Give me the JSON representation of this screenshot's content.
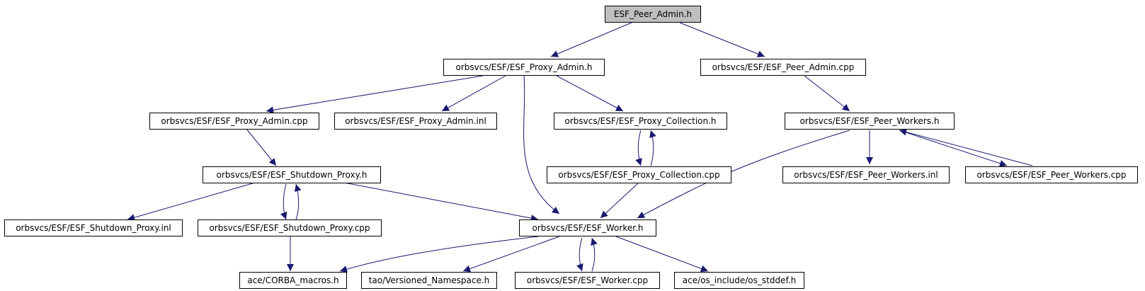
{
  "colors": {
    "edge": "#191970",
    "root_fill": "#bfbfbf",
    "node_fill": "#ffffff",
    "border": "#000000"
  },
  "nodes": {
    "peer_admin_h": "ESF_Peer_Admin.h",
    "proxy_admin_h": "orbsvcs/ESF/ESF_Proxy_Admin.h",
    "peer_admin_cpp": "orbsvcs/ESF/ESF_Peer_Admin.cpp",
    "proxy_admin_cpp": "orbsvcs/ESF/ESF_Proxy_Admin.cpp",
    "proxy_admin_inl": "orbsvcs/ESF/ESF_Proxy_Admin.inl",
    "proxy_collection_h": "orbsvcs/ESF/ESF_Proxy_Collection.h",
    "peer_workers_h": "orbsvcs/ESF/ESF_Peer_Workers.h",
    "shutdown_proxy_h": "orbsvcs/ESF/ESF_Shutdown_Proxy.h",
    "proxy_collection_cpp": "orbsvcs/ESF/ESF_Proxy_Collection.cpp",
    "peer_workers_inl": "orbsvcs/ESF/ESF_Peer_Workers.inl",
    "peer_workers_cpp": "orbsvcs/ESF/ESF_Peer_Workers.cpp",
    "shutdown_proxy_inl": "orbsvcs/ESF/ESF_Shutdown_Proxy.inl",
    "shutdown_proxy_cpp": "orbsvcs/ESF/ESF_Shutdown_Proxy.cpp",
    "worker_h": "orbsvcs/ESF/ESF_Worker.h",
    "corba_macros_h": "ace/CORBA_macros.h",
    "versioned_namespace_h": "tao/Versioned_Namespace.h",
    "worker_cpp": "orbsvcs/ESF/ESF_Worker.cpp",
    "os_stddef_h": "ace/os_include/os_stddef.h"
  }
}
